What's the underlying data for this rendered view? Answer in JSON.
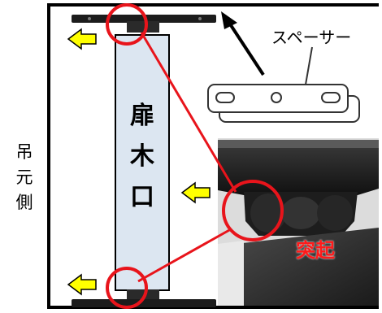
{
  "side_label": [
    "吊",
    "元",
    "側"
  ],
  "door_label": [
    "扉",
    "木",
    "口"
  ],
  "spacer_label": "スペーサー",
  "protrusion_label": "突起",
  "colors": {
    "door_fill": "#dce6f1",
    "highlight_red": "#e8141b",
    "arrow_yellow": "#ffff00",
    "frame": "#000000"
  },
  "icons": [
    "arrow-left-icon",
    "pointer-arrow-icon"
  ]
}
